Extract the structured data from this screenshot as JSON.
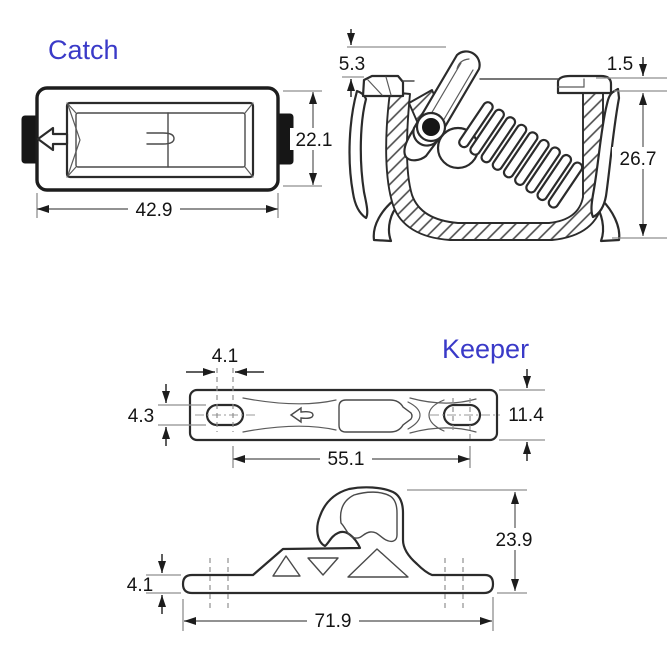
{
  "drawing": {
    "title_parts": [
      "Catch",
      "Keeper"
    ],
    "colors": {
      "background": "#ffffff",
      "linework": "#2b2b2b",
      "dimension_lines": "#8f8f8f",
      "dimension_text": "#141414",
      "view_labels": "#3a3ac8"
    },
    "catch": {
      "label": "Catch",
      "front_view": {
        "height": "22.1",
        "width": "42.9"
      },
      "section_view": {
        "lever_height": "5.3",
        "rim_thickness": "1.5",
        "depth": "26.7"
      }
    },
    "keeper": {
      "label": "Keeper",
      "top_view": {
        "slot_width": "4.1",
        "slot_length": "4.3",
        "plate_width": "11.4",
        "slot_spacing": "55.1"
      },
      "side_view": {
        "plate_thickness": "4.1",
        "hook_height": "23.9",
        "length": "71.9"
      }
    }
  }
}
